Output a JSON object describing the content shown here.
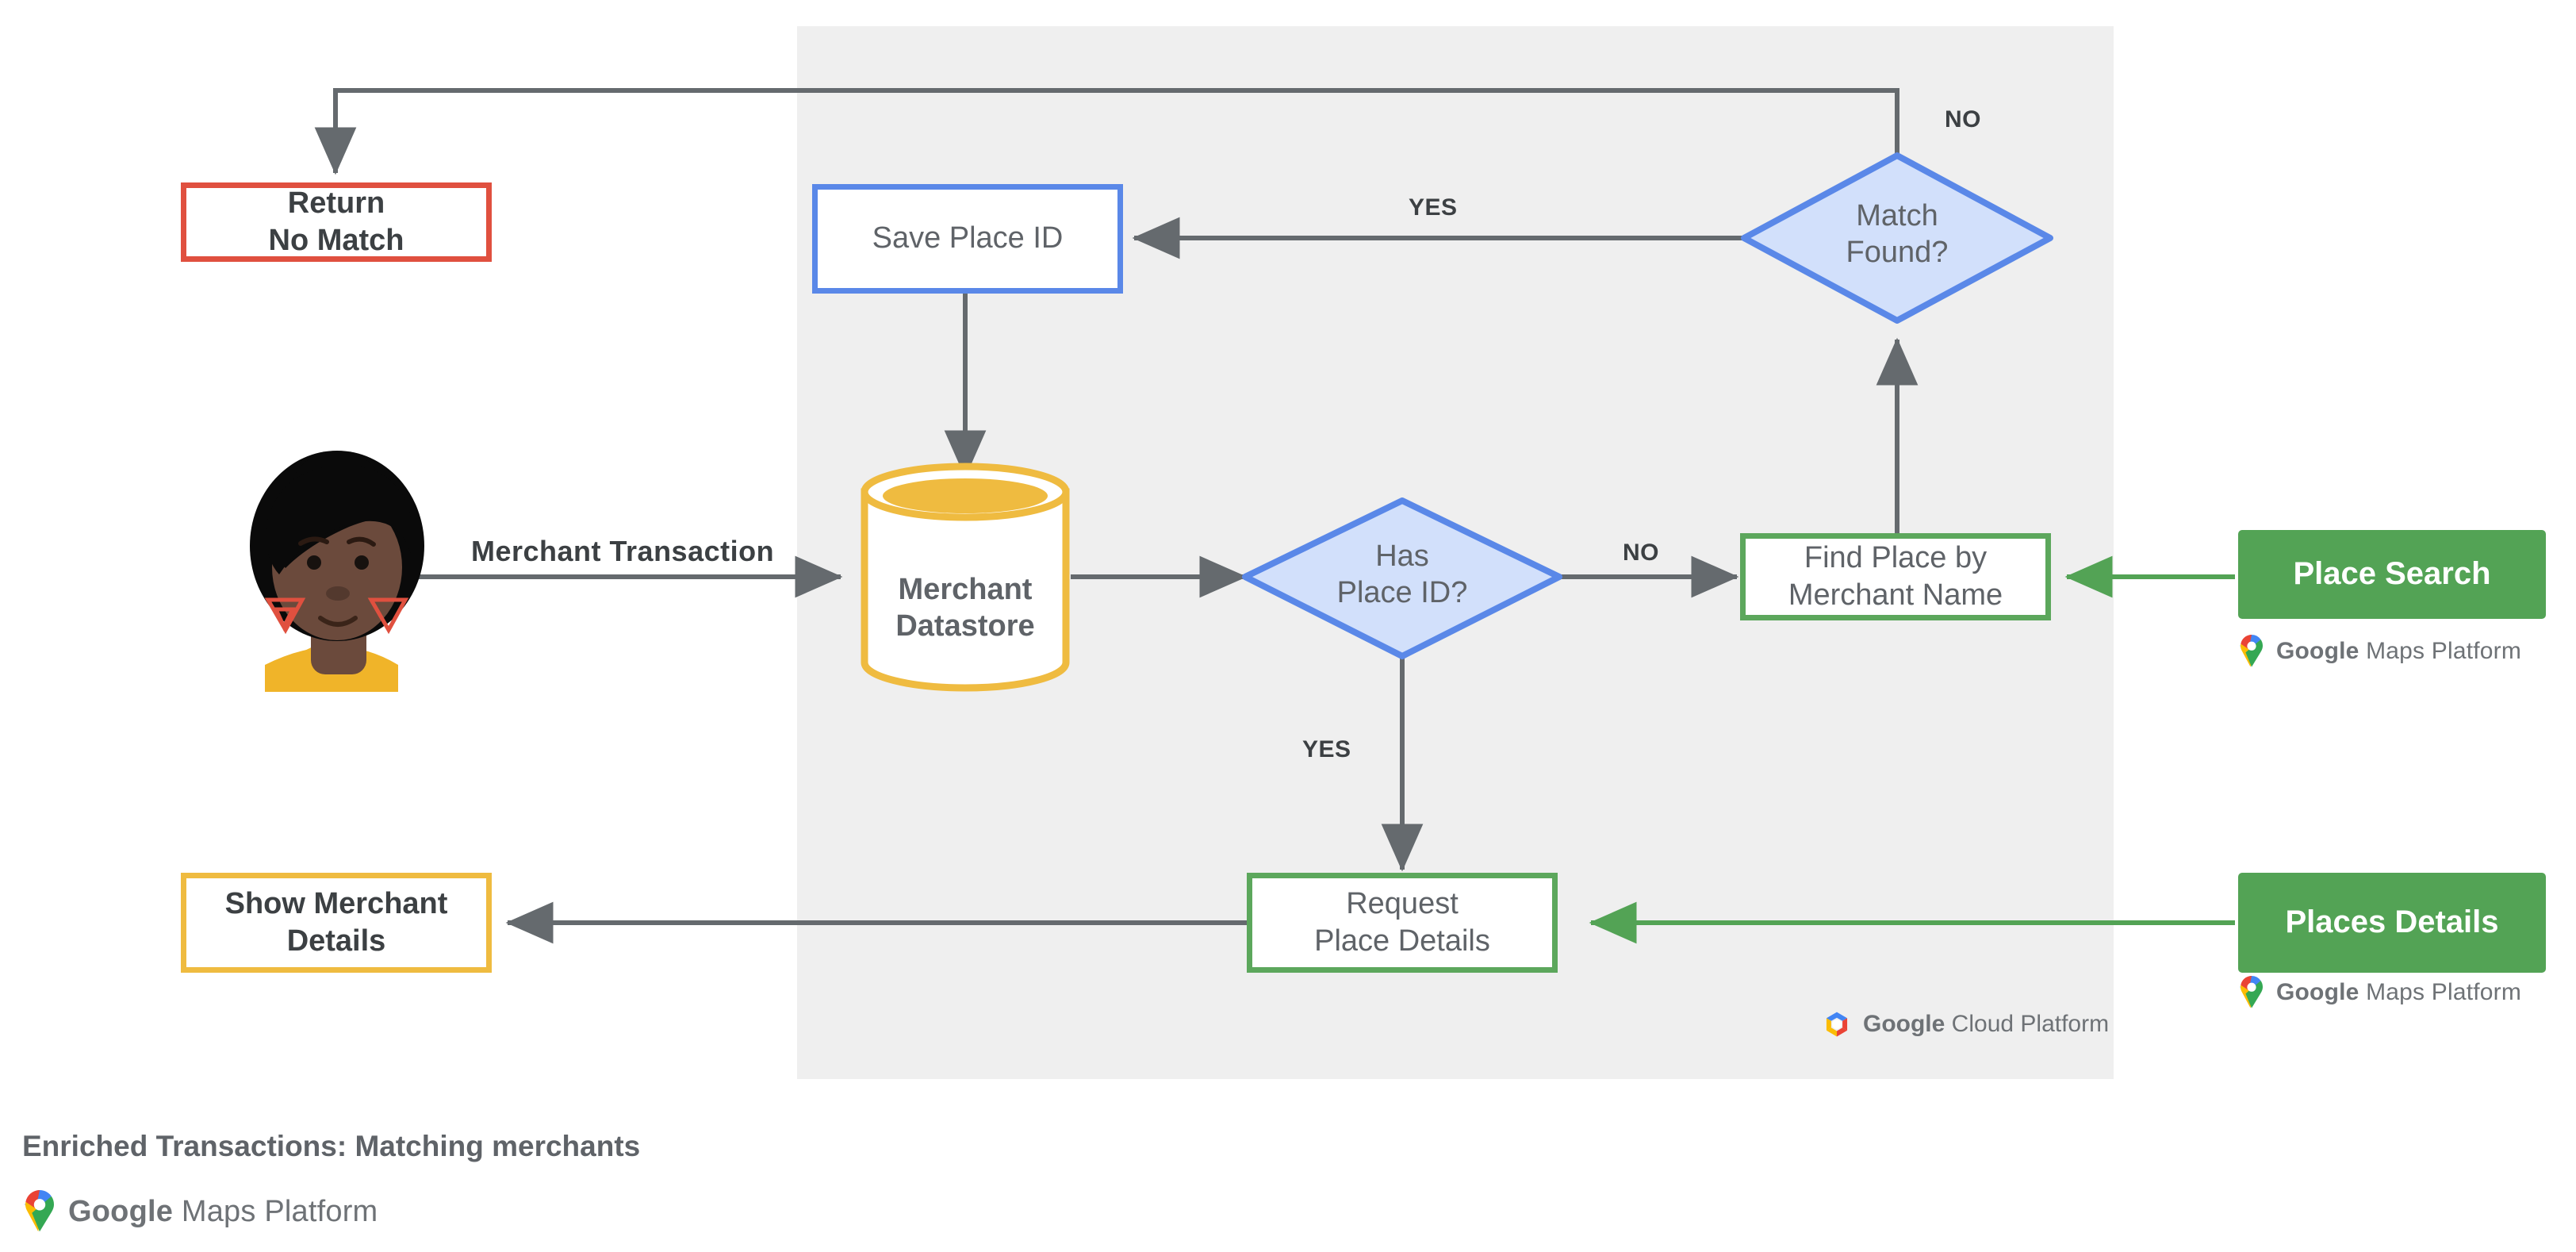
{
  "diagram": {
    "caption": "Enriched Transactions: Matching merchants",
    "panel": {
      "name": "google-cloud-platform-region",
      "logo_text_bold": "Google",
      "logo_text_rest": " Cloud Platform"
    },
    "colors": {
      "panel_bg": "#EFEFEF",
      "red": "#E0503F",
      "blue": "#5A88E8",
      "blue_fill": "#D2E0FB",
      "green": "#5CA75C",
      "green_fill": "#53A355",
      "amber": "#EFBB40",
      "line": "#656A6E",
      "green_line": "#53A355",
      "text": "#5F6368"
    },
    "nodes": {
      "return_no_match": "Return\nNo Match",
      "save_place_id": "Save Place ID",
      "match_found": "Match\nFound?",
      "merchant_datastore": "Merchant\nDatastore",
      "has_place_id": "Has\nPlace ID?",
      "find_place_by_merchant_name": "Find Place by\nMerchant Name",
      "place_search": "Place Search",
      "request_place_details": "Request\nPlace Details",
      "places_details": "Places Details",
      "show_merchant_details": "Show Merchant\nDetails",
      "actor": "merchant-customer-avatar"
    },
    "edge_labels": {
      "merchant_transaction": "Merchant Transaction",
      "match_no": "NO",
      "match_yes": "YES",
      "place_id_no": "NO",
      "place_id_yes": "YES"
    },
    "brand_logos": {
      "maps_platform_bold": "Google",
      "maps_platform_rest": " Maps Platform"
    }
  }
}
